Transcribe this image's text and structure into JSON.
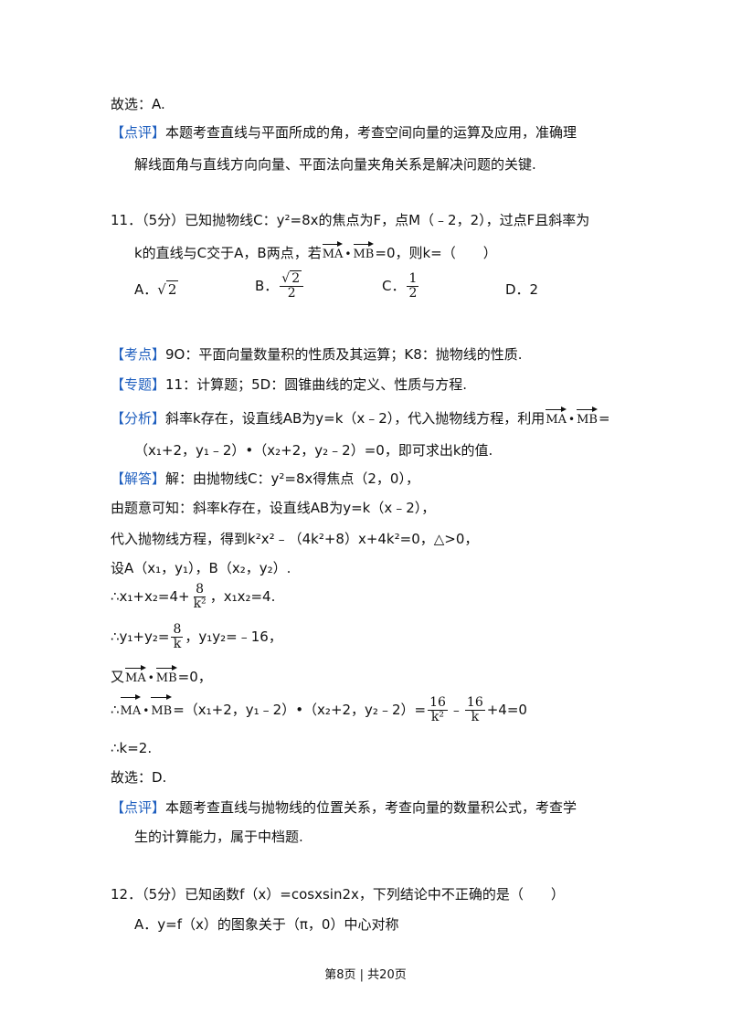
{
  "tags": {
    "review": "【点评】",
    "kaodian": "【考点】",
    "zhuanti": "【专题】",
    "fenxi": "【分析】",
    "jieda": "【解答】"
  },
  "top": {
    "choose": "故选：A.",
    "review_l1": "本题考查直线与平面所成的角，考查空间向量的运算及应用，准确理",
    "review_l2": "解线面角与直线方向向量、平面法向量夹角关系是解决问题的关键."
  },
  "q11": {
    "line1": "11．（5分）已知抛物线C：y²=8x的焦点为F，点M（﹣2，2），过点F且斜率为",
    "line2_a": "k的直线与C交于A，B两点，若",
    "line2_b": "=0，则k=（　　）",
    "opt_a": "A．",
    "opt_a_val": "2",
    "opt_b": "B．",
    "opt_b_num": "2",
    "opt_b_den": "2",
    "opt_c": "C．",
    "opt_c_num": "1",
    "opt_c_den": "2",
    "opt_d": "D．2",
    "vec_ma": "MA",
    "vec_mb": "MB"
  },
  "analysis": {
    "kaodian": "9O：平面向量数量积的性质及其运算；K8：抛物线的性质.",
    "zhuanti": "11：计算题；5D：圆锥曲线的定义、性质与方程.",
    "fenxi_l1": "斜率k存在，设直线AB为y=k（x﹣2），代入抛物线方程，利用",
    "fenxi_l1_end": "=",
    "fenxi_l2": "（x₁+2，y₁﹣2）•（x₂+2，y₂﹣2）=0，即可求出k的值."
  },
  "solution": {
    "s1": "解：由抛物线C：y²=8x得焦点（2，0），",
    "s2": "由题意可知：斜率k存在，设直线AB为y=k（x﹣2），",
    "s3": "代入抛物线方程，得到k²x²﹣（4k²+8）x+4k²=0，△>0，",
    "s4": "设A（x₁，y₁），B（x₂，y₂）.",
    "s5_a": "∴x₁+x₂=4+",
    "s5_num": "8",
    "s5_den": "k²",
    "s5_b": "，x₁x₂=4.",
    "s6_a": "∴y₁+y₂=",
    "s6_num": "8",
    "s6_den": "k",
    "s6_b": "，y₁y₂=﹣16，",
    "s7_a": "又",
    "s7_b": "=0，",
    "s8_a": "∴",
    "s8_b": "=（x₁+2，y₁﹣2）•（x₂+2，y₂﹣2）=",
    "s8_n1": "16",
    "s8_d1": "k²",
    "s8_minus": "﹣",
    "s8_n2": "16",
    "s8_d2": "k",
    "s8_c": "+4=0",
    "s9": "∴k=2.",
    "choose": "故选：D.",
    "review_l1": "本题考查直线与抛物线的位置关系，考查向量的数量积公式，考查学",
    "review_l2": "生的计算能力，属于中档题."
  },
  "q12": {
    "line1": "12．（5分）已知函数f（x）=cosxsin2x，下列结论中不正确的是（　　）",
    "opt_a": "A．y=f（x）的图象关于（π，0）中心对称"
  },
  "footer": "第8页 | 共20页"
}
